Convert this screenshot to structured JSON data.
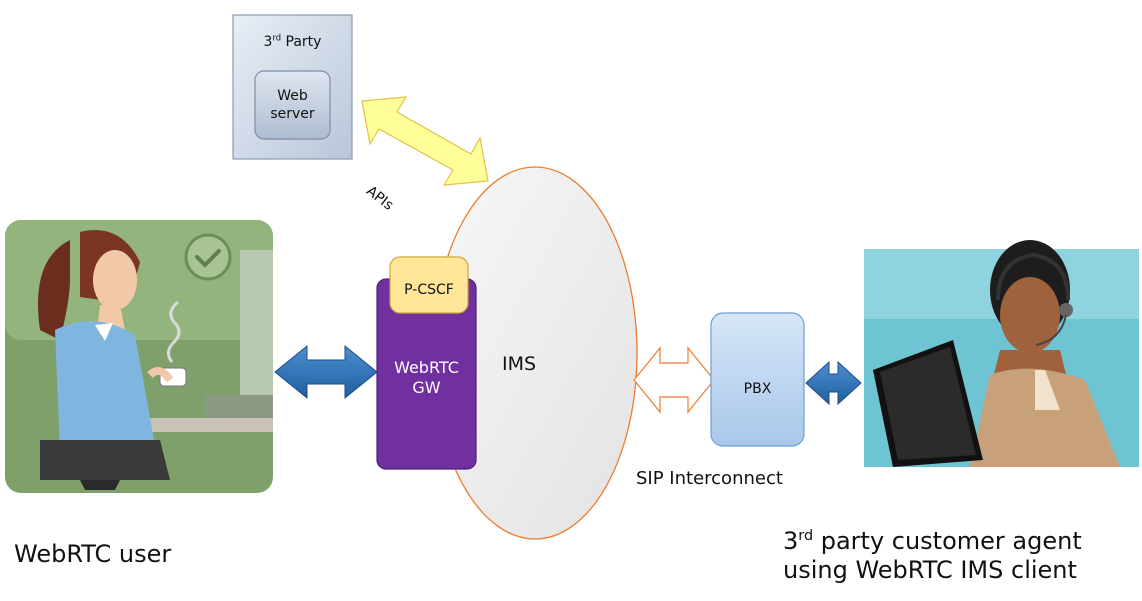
{
  "third_party": {
    "title_prefix": "3",
    "title_sup": "rd",
    "title_suffix": " Party",
    "web_server_line1": "Web",
    "web_server_line2": "server"
  },
  "apis_label": "APIs",
  "pcscf_label": "P-CSCF",
  "gateway": {
    "line1": "WebRTC",
    "line2": "GW"
  },
  "ims_label": "IMS",
  "pbx_label": "PBX",
  "sip_label": "SIP Interconnect",
  "webrtc_user_label": "WebRTC user",
  "agent_label": {
    "prefix": "3",
    "sup": "rd",
    "line1_rest": " party customer agent",
    "line2": "using WebRTC IMS client"
  },
  "colors": {
    "gateway_purple": "#7030a0",
    "pcscf_yellow": "#ffe699",
    "api_arrow_yellow": "#ffff99",
    "blue_arrow": "#2e75b6",
    "ims_outline": "#ed7d31",
    "pbx_fill": "#bdd7ee"
  }
}
